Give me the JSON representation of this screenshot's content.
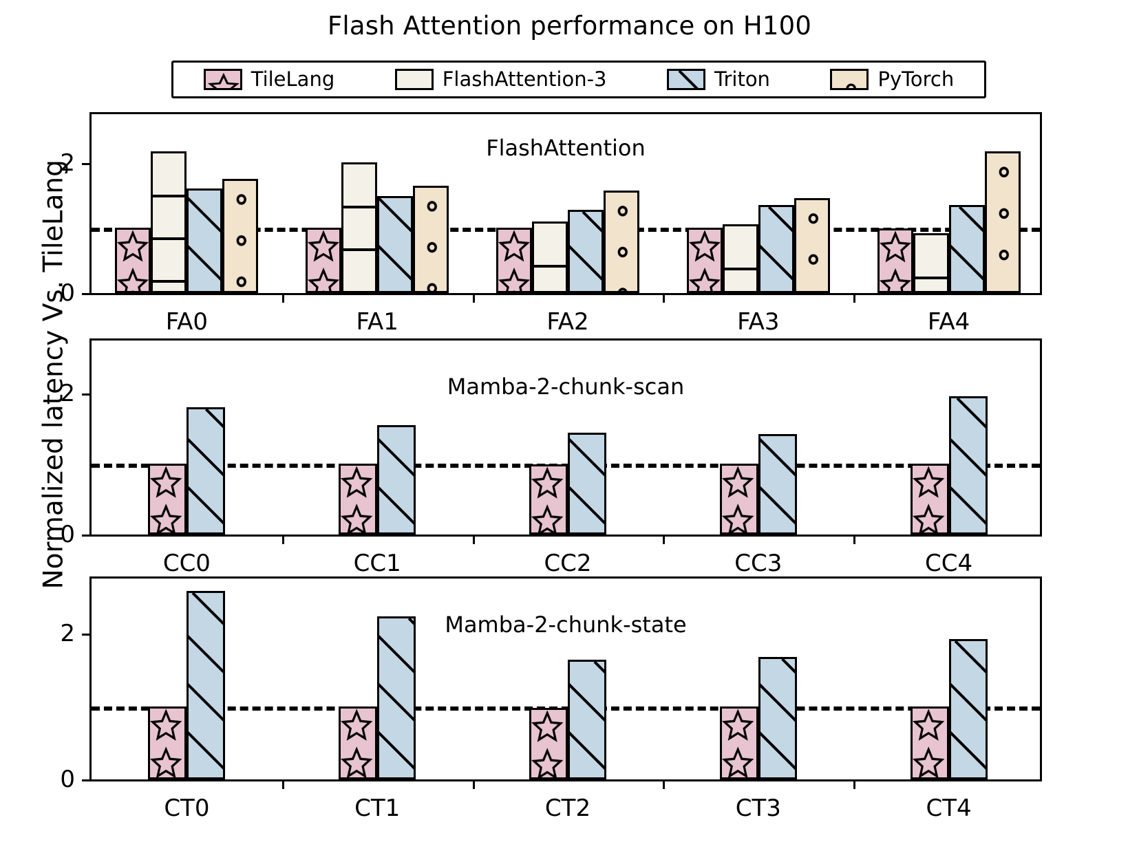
{
  "title": "Flash Attention performance on H100",
  "ylabel": "Normalized latency Vs. TileLang",
  "legend": [
    {
      "label": "TileLang",
      "key": "tilelang",
      "color": "#e8c4d0",
      "pattern": "stars"
    },
    {
      "label": "FlashAttention-3",
      "key": "fa3",
      "color": "#f4f1e8",
      "pattern": "hlines"
    },
    {
      "label": "Triton",
      "key": "triton",
      "color": "#c4d7e4",
      "pattern": "diagonal"
    },
    {
      "label": "PyTorch",
      "key": "pytorch",
      "color": "#f2e3cc",
      "pattern": "dots"
    }
  ],
  "reference_line": {
    "value": 1.0,
    "style": "dashed",
    "color": "#000000"
  },
  "chart_data": [
    {
      "type": "bar",
      "title": "FlashAttention",
      "categories": [
        "FA0",
        "FA1",
        "FA2",
        "FA3",
        "FA4"
      ],
      "series": [
        {
          "name": "TileLang",
          "values": [
            1.0,
            1.0,
            1.0,
            1.0,
            0.99
          ]
        },
        {
          "name": "FlashAttention-3",
          "values": [
            2.18,
            2.01,
            1.1,
            1.06,
            0.92
          ]
        },
        {
          "name": "Triton",
          "values": [
            1.61,
            1.49,
            1.28,
            1.35,
            1.35
          ]
        },
        {
          "name": "PyTorch",
          "values": [
            1.76,
            1.65,
            1.58,
            1.46,
            2.18
          ]
        }
      ],
      "xlabel": "",
      "ylabel": "",
      "ylim": [
        0,
        2.75
      ],
      "yticks": [
        0,
        2
      ],
      "grid": false
    },
    {
      "type": "bar",
      "title": "Mamba-2-chunk-scan",
      "categories": [
        "CC0",
        "CC1",
        "CC2",
        "CC3",
        "CC4"
      ],
      "series": [
        {
          "name": "TileLang",
          "values": [
            1.0,
            1.0,
            0.99,
            1.0,
            1.0
          ]
        },
        {
          "name": "Triton",
          "values": [
            1.8,
            1.55,
            1.44,
            1.42,
            1.96
          ]
        }
      ],
      "xlabel": "",
      "ylabel": "",
      "ylim": [
        0,
        2.75
      ],
      "yticks": [
        0,
        2
      ],
      "grid": false
    },
    {
      "type": "bar",
      "title": "Mamba-2-chunk-state",
      "categories": [
        "CT0",
        "CT1",
        "CT2",
        "CT3",
        "CT4"
      ],
      "series": [
        {
          "name": "TileLang",
          "values": [
            1.0,
            1.0,
            0.98,
            1.0,
            1.0
          ]
        },
        {
          "name": "Triton",
          "values": [
            2.58,
            2.23,
            1.64,
            1.68,
            1.92
          ]
        }
      ],
      "xlabel": "",
      "ylabel": "",
      "ylim": [
        0,
        2.75
      ],
      "yticks": [
        0,
        2
      ],
      "grid": false
    }
  ]
}
